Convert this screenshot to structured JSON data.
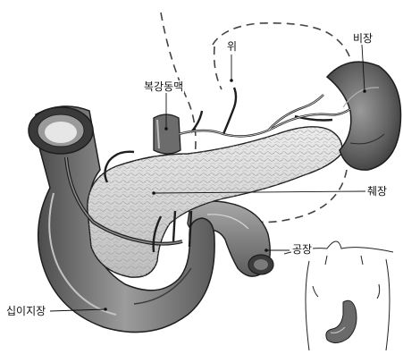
{
  "figure": {
    "labels": {
      "stomach": "위",
      "spleen": "비장",
      "celiac_artery": "복강동맥",
      "pancreas": "췌장",
      "jejunum": "공장",
      "duodenum": "십이지장"
    }
  },
  "colors": {
    "organ_dark": "#5a5a5a",
    "organ_mid": "#8c8c8c",
    "organ_light": "#c8c8c8",
    "pancreas": "#dcdcdc",
    "outline": "#1e1e1e",
    "background": "#ffffff"
  },
  "icons": [
    "human-torso-inset-icon",
    "stomach-inset-icon"
  ]
}
